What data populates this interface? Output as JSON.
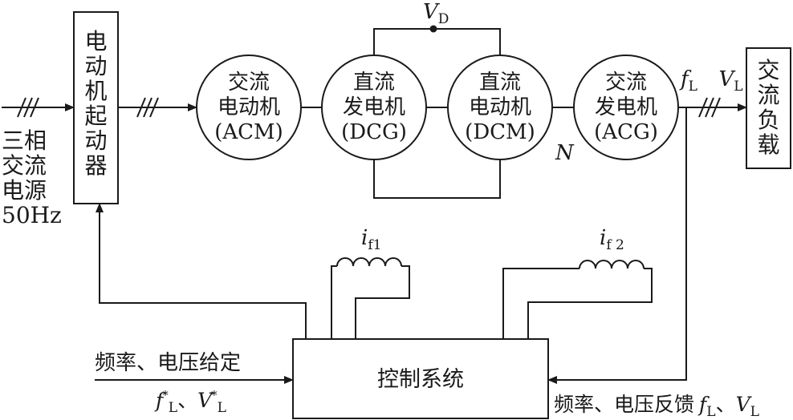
{
  "source": {
    "lines": [
      "三相",
      "交流",
      "电源",
      "50Hz"
    ]
  },
  "starter": {
    "chars": [
      "电",
      "动",
      "机",
      "起",
      "动",
      "器"
    ]
  },
  "machines": [
    {
      "id": "acm",
      "line1": "交流",
      "line2": "电动机",
      "line3": "(ACM)"
    },
    {
      "id": "dcg",
      "line1": "直流",
      "line2": "发电机",
      "line3": "(DCG)"
    },
    {
      "id": "dcm",
      "line1": "直流",
      "line2": "电动机",
      "line3": "(DCM)"
    },
    {
      "id": "acg",
      "line1": "交流",
      "line2": "发电机",
      "line3": "(ACG)"
    }
  ],
  "vd": {
    "sym": "V",
    "sub": "D"
  },
  "speed": {
    "sym": "N"
  },
  "output": {
    "f_sym": "f",
    "f_sub": "L",
    "v_sym": "V",
    "v_sub": "L"
  },
  "load": {
    "chars": [
      "交",
      "流",
      "负",
      "载"
    ]
  },
  "field1": {
    "sym": "i",
    "sub": "f1"
  },
  "field2": {
    "sym": "i",
    "sub": "f 2"
  },
  "controller": {
    "label": "控制系统"
  },
  "setpoint": {
    "label": "频率、电压给定",
    "f_sym": "f",
    "f_sub": "L",
    "star": "*",
    "sep": "、",
    "v_sym": "V",
    "v_sub": "L"
  },
  "feedback": {
    "label": "频率、电压反馈",
    "f_sym": "f",
    "f_sub": "L",
    "sep": "、",
    "v_sym": "V",
    "v_sub": "L"
  }
}
